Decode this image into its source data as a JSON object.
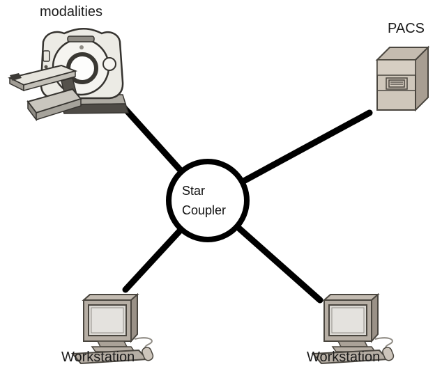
{
  "diagram": {
    "type": "star-topology",
    "center": {
      "line1": "Star",
      "line2": "Coupler"
    },
    "nodes": [
      {
        "id": "modalities",
        "label": "modalities",
        "icon": "ct-scanner-icon",
        "position": "top-left"
      },
      {
        "id": "pacs",
        "label": "PACS",
        "icon": "server-icon",
        "position": "top-right"
      },
      {
        "id": "workstation-left",
        "label": "Workstation",
        "icon": "desktop-computer-icon",
        "position": "bottom-left"
      },
      {
        "id": "workstation-right",
        "label": "Workstation",
        "icon": "desktop-computer-icon",
        "position": "bottom-right"
      }
    ],
    "colors": {
      "background": "#ffffff",
      "link": "#000000",
      "text": "#1b1b1b",
      "device_light": "#ecebe5",
      "device_mid": "#c7bfb3",
      "device_dark": "#55524c"
    }
  }
}
